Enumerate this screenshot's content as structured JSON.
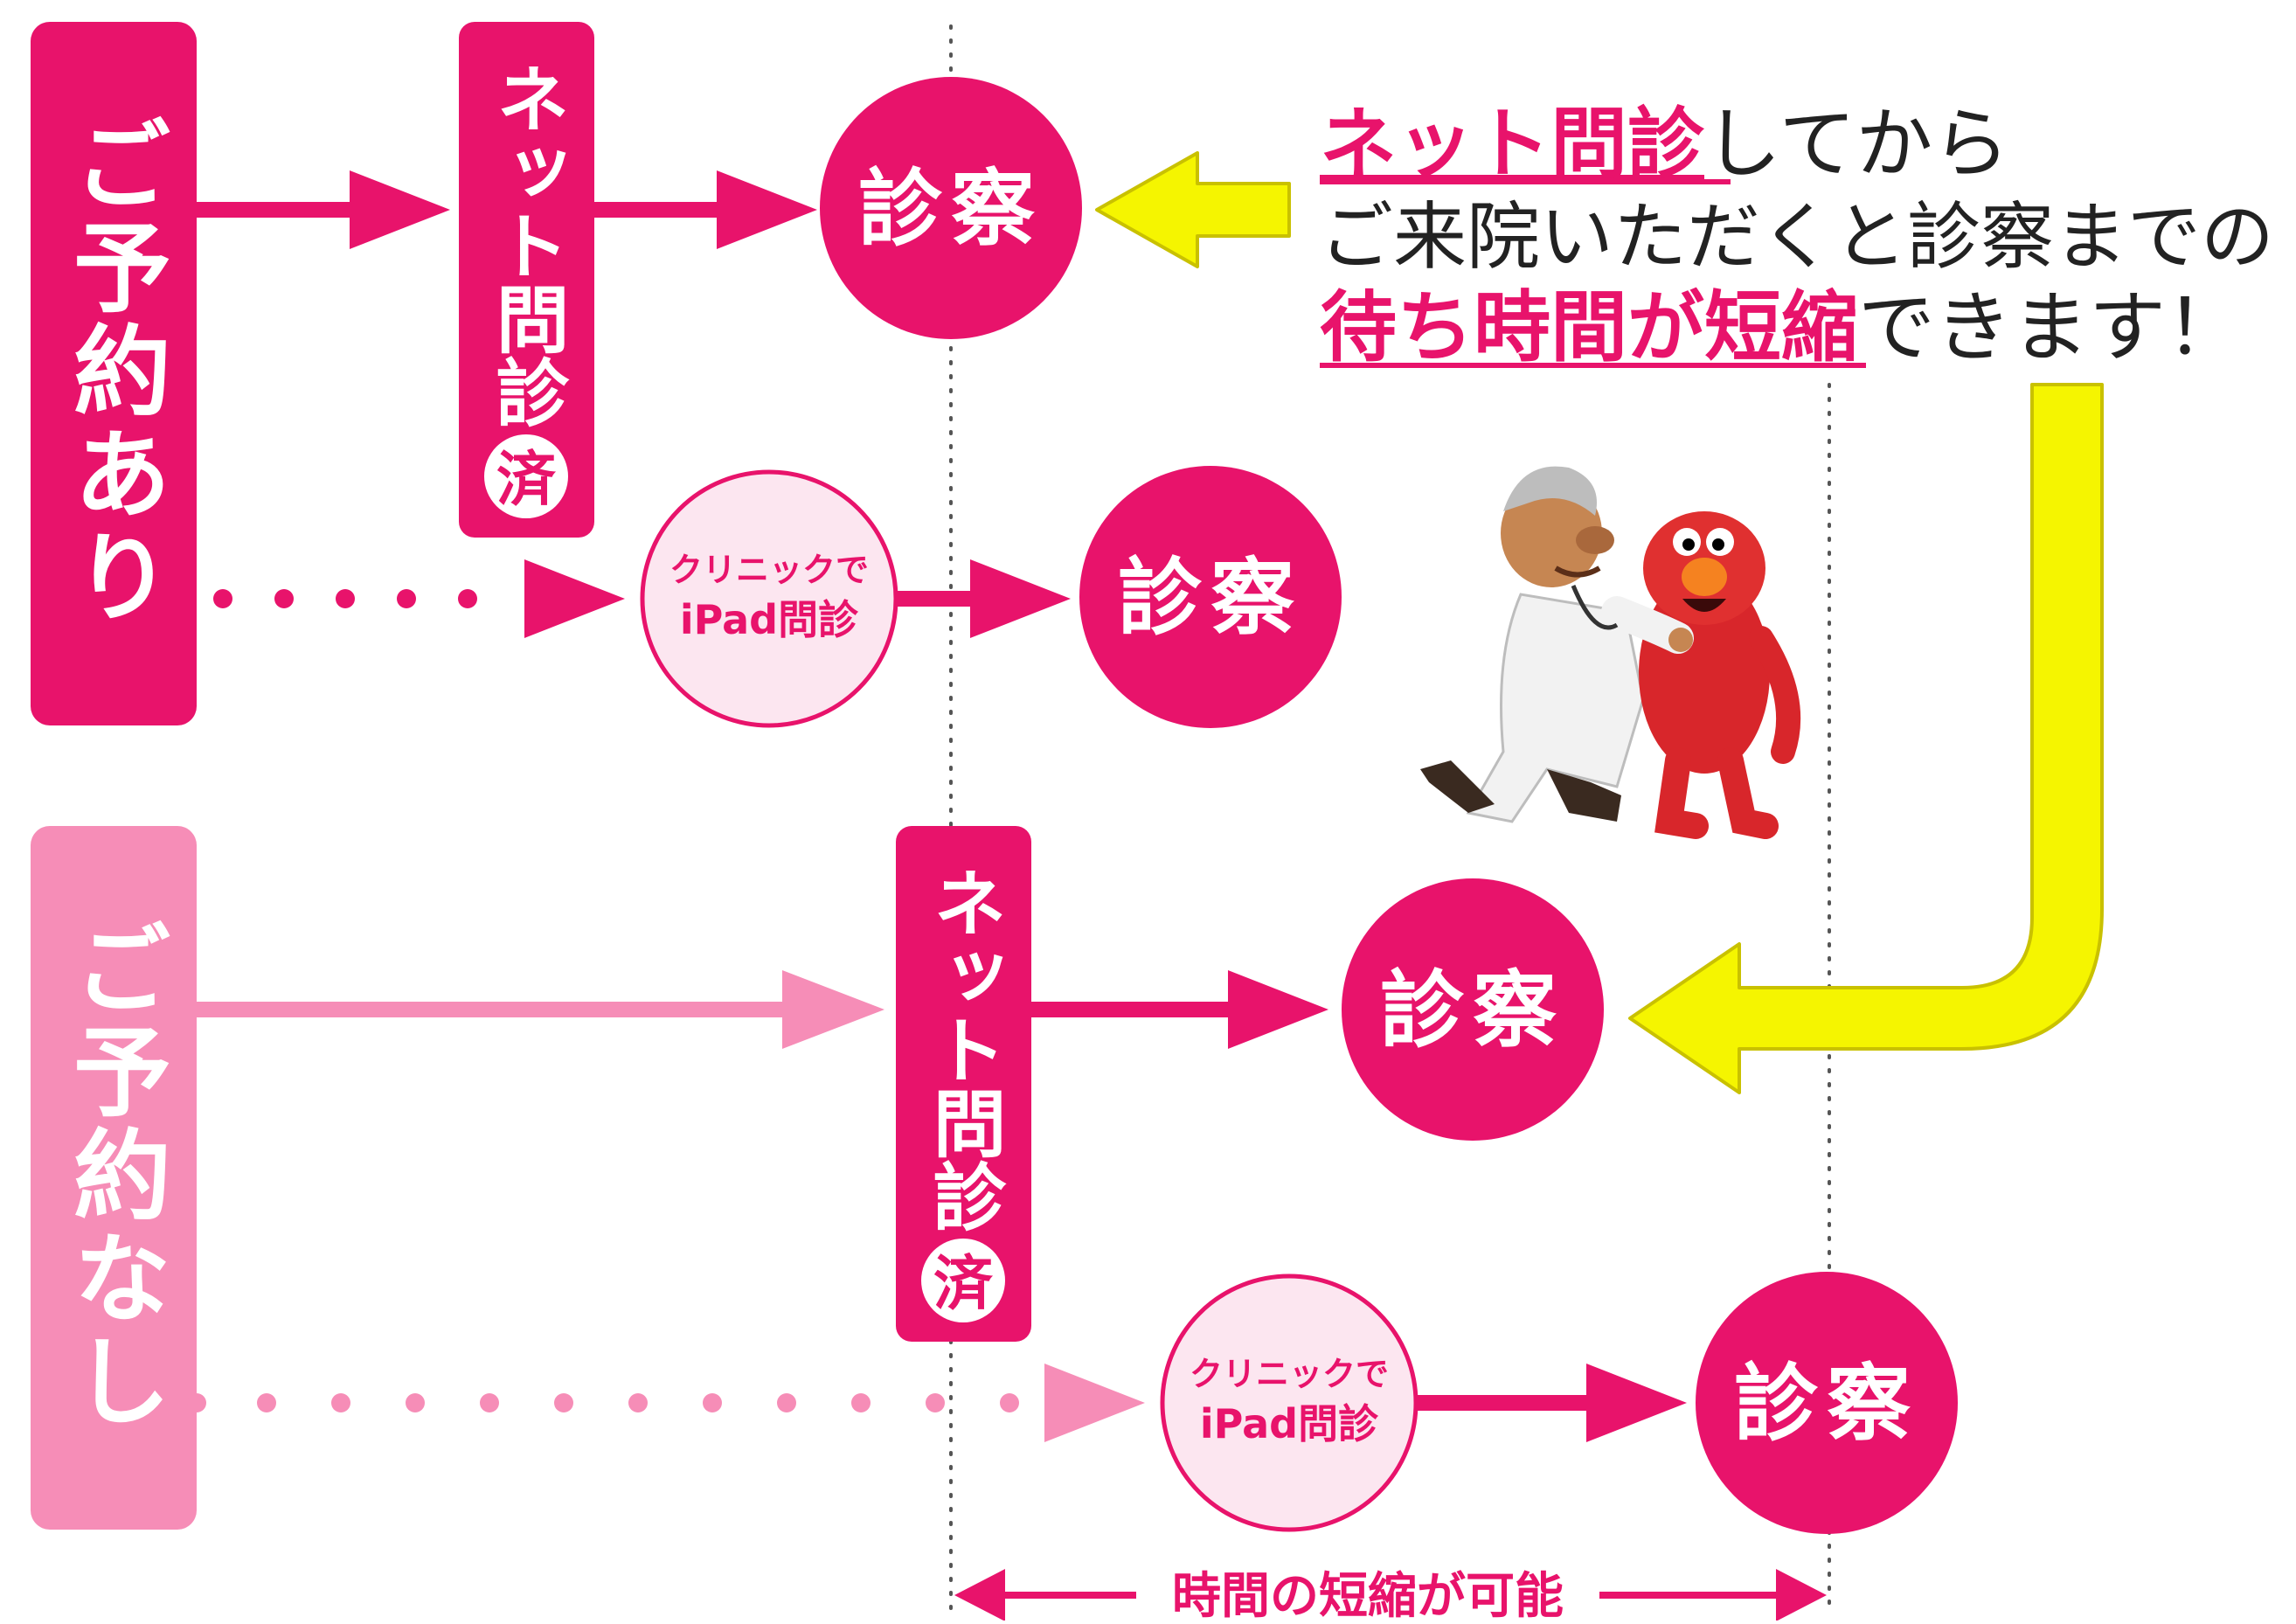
{
  "colors": {
    "magenta": "#E8136B",
    "pink_light": "#F68DB7",
    "pink_pale": "#FCE6F0",
    "yellow": "#F5F500",
    "yellow_outline": "#C9C100",
    "dot_line": "#555555",
    "text_dark": "#222222"
  },
  "rows": {
    "reserved_label": "ご予約あり",
    "unreserved_label": "ご予約なし"
  },
  "net_monshin": {
    "text": "ネット問診",
    "badge": "済"
  },
  "ipad_monshin": {
    "line1": "クリニックで",
    "line2": "iPad問診"
  },
  "shinsatsu": "診察",
  "callout": {
    "line1_highlight": "ネット問診",
    "line1_rest": "してから",
    "line2": "ご来院いただくと診察までの",
    "line3_highlight": "待ち時間が短縮",
    "line3_rest": "できます！"
  },
  "timeline": {
    "label": "時間の短縮が可能"
  },
  "photo_icon": "doctor-puppet-examining-elmo"
}
